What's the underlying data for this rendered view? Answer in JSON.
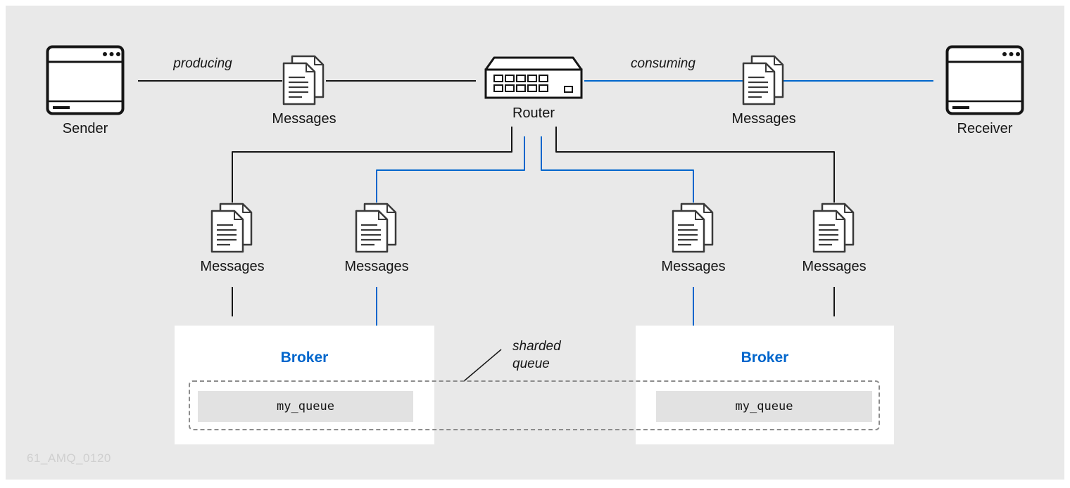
{
  "nodes": {
    "sender": "Sender",
    "receiver": "Receiver",
    "router": "Router",
    "messages": "Messages"
  },
  "edge_labels": {
    "producing": "producing",
    "consuming": "consuming"
  },
  "brokers": {
    "left": {
      "title": "Broker",
      "queue_name": "my_queue"
    },
    "right": {
      "title": "Broker",
      "queue_name": "my_queue"
    }
  },
  "annotations": {
    "sharded_queue_line1": "sharded",
    "sharded_queue_line2": "queue",
    "watermark": "61_AMQ_0120"
  },
  "colors": {
    "background": "#e9e9e9",
    "line_black": "#151515",
    "line_blue": "#0066cc",
    "broker_title_blue": "#0066cc",
    "queue_fill": "#e2e2e2",
    "watermark_gray": "#cfcfcf"
  },
  "icons": {
    "sender": "browser-window-icon",
    "receiver": "browser-window-icon",
    "router": "network-switch-icon",
    "messages": "documents-icon"
  }
}
